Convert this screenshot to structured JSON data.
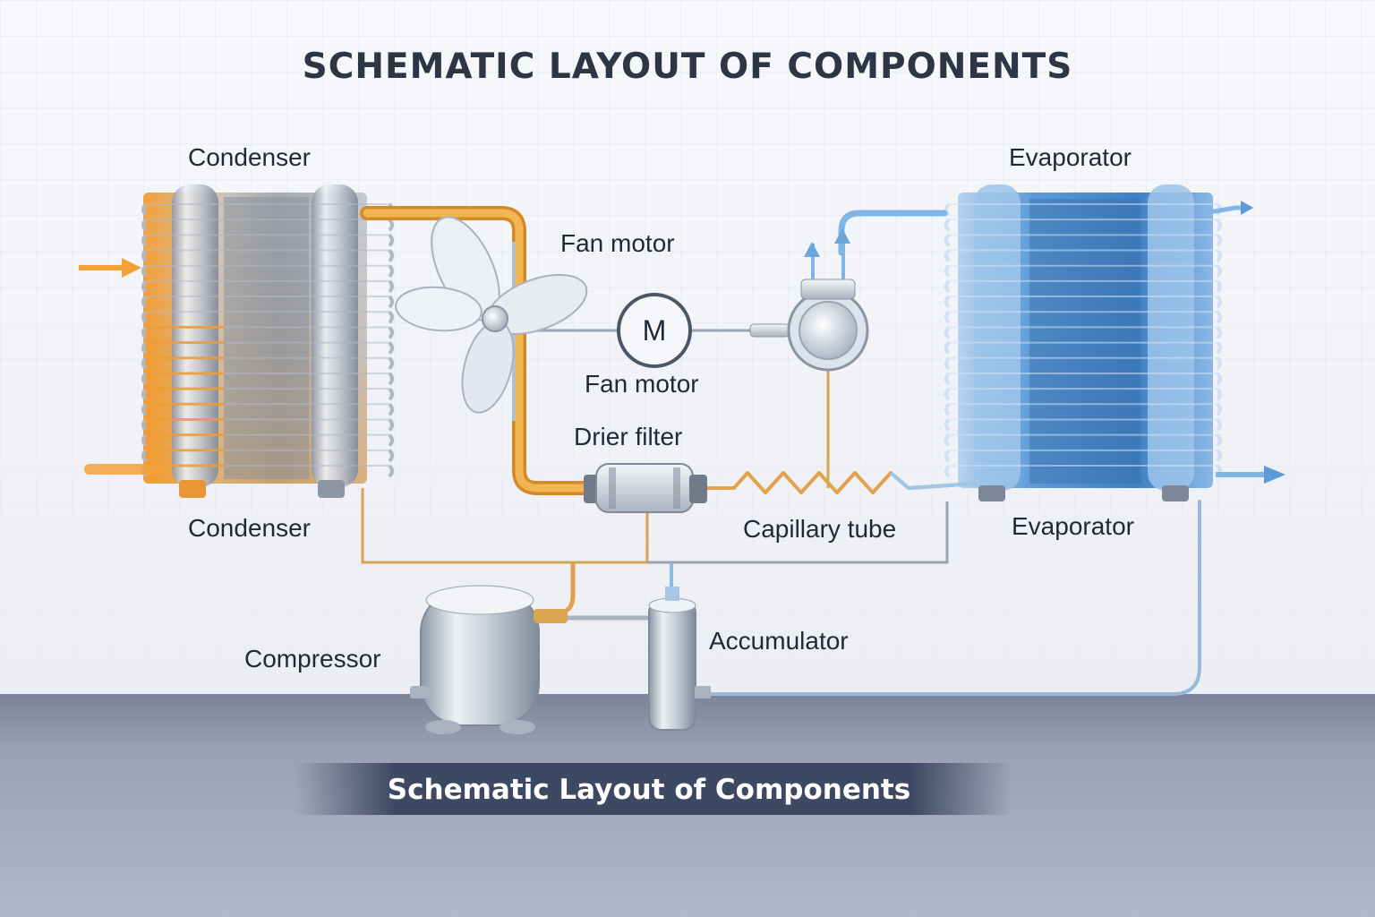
{
  "title": "SCHEMATIC LAYOUT OF COMPONENTS",
  "footer_title": "Schematic Layout of Components",
  "labels": {
    "condenser_top": "Condenser",
    "condenser_bottom": "Condenser",
    "evaporator_top": "Evaporator",
    "evaporator_bottom": "Evaporator",
    "fan_motor_top": "Fan motor",
    "fan_motor_bottom": "Fan motor",
    "motor_symbol": "M",
    "drier_filter": "Drier filter",
    "capillary_tube": "Capillary tube",
    "compressor": "Compressor",
    "accumulator": "Accumulator"
  },
  "colors": {
    "hot_line": "#e9a43a",
    "cold_line": "#7fb6e6",
    "condenser_glow": "#f39a2c",
    "evaporator_body": "#5d9ad8",
    "floor": "#9299ae",
    "title_text": "#2c3645",
    "banner": "#3d4862"
  }
}
